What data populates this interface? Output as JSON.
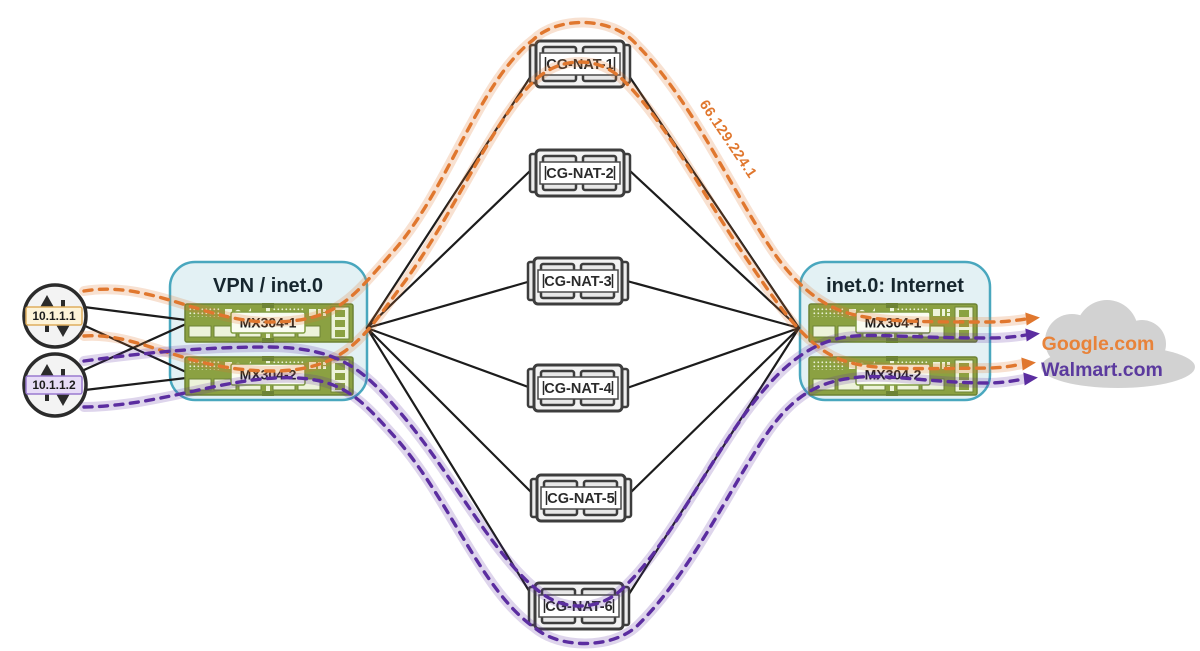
{
  "vpn_box": {
    "title": "VPN / inet.0",
    "routers": [
      "MX304-1",
      "MX304-2"
    ]
  },
  "internet_box": {
    "title": "inet.0: Internet",
    "routers": [
      "MX304-1",
      "MX304-2"
    ]
  },
  "subscribers": [
    {
      "ip": "10.1.1.1"
    },
    {
      "ip": "10.1.1.2"
    }
  ],
  "cgnats": [
    {
      "name": "CG-NAT-1"
    },
    {
      "name": "CG-NAT-2"
    },
    {
      "name": "CG-NAT-3"
    },
    {
      "name": "CG-NAT-4"
    },
    {
      "name": "CG-NAT-5"
    },
    {
      "name": "CG-NAT-6"
    }
  ],
  "nat_public_ip": "66.129.224.1",
  "internet_cloud": {
    "sites": [
      {
        "name": "Google.com",
        "color": "#e8833a"
      },
      {
        "name": "Walmart.com",
        "color": "#5b3a9e"
      }
    ]
  },
  "colors": {
    "subscriber1_path": "#e0772e",
    "subscriber2_path": "#5b2da0",
    "zone_fill": "#e3f1f4",
    "zone_border": "#49a7be",
    "router_green": "#8ba142",
    "device_gray": "#3d3d3d",
    "cloud_gray": "#d2d2d2",
    "link_black": "#1c1c1c"
  }
}
